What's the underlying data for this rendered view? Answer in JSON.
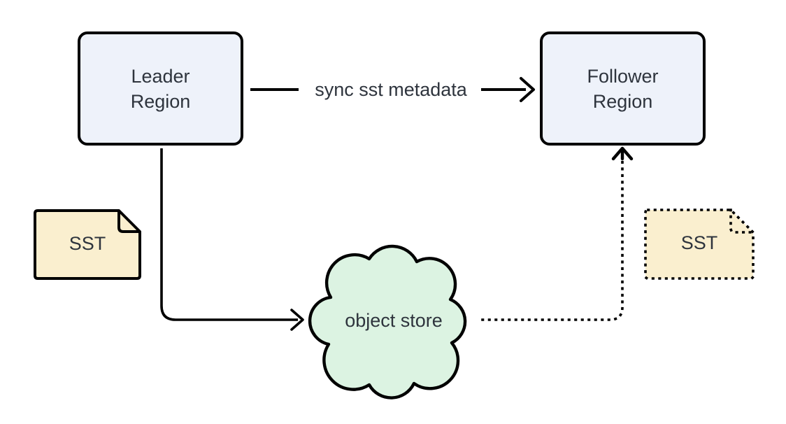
{
  "canvas": {
    "background": "#ffffff",
    "stroke_color": "#000000",
    "text_color": "#2e343d"
  },
  "diagram": {
    "nodes": {
      "leader": {
        "label": "Leader Region",
        "shape": "rounded-rectangle",
        "fill": "#eef2fa",
        "stroke": "#000000",
        "border_style": "solid"
      },
      "follower": {
        "label": "Follower Region",
        "shape": "rounded-rectangle",
        "fill": "#eef2fa",
        "stroke": "#000000",
        "border_style": "solid"
      },
      "sst_leader": {
        "label": "SST",
        "shape": "page",
        "fill": "#faefcf",
        "stroke": "#000000",
        "border_style": "solid"
      },
      "sst_follower": {
        "label": "SST",
        "shape": "page",
        "fill": "#faefcf",
        "stroke": "#000000",
        "border_style": "dotted"
      },
      "object_store": {
        "label": "object store",
        "shape": "cloud",
        "fill": "#dcf3e2",
        "stroke": "#000000",
        "border_style": "solid"
      }
    },
    "edges": [
      {
        "from": "leader",
        "to": "follower",
        "label": "sync sst metadata",
        "style": "solid",
        "arrowhead": "chevron"
      },
      {
        "from": "leader",
        "to": "object_store",
        "label": "",
        "style": "solid",
        "arrowhead": "chevron"
      },
      {
        "from": "object_store",
        "to": "follower",
        "label": "",
        "style": "dotted",
        "arrowhead": "chevron"
      }
    ]
  }
}
